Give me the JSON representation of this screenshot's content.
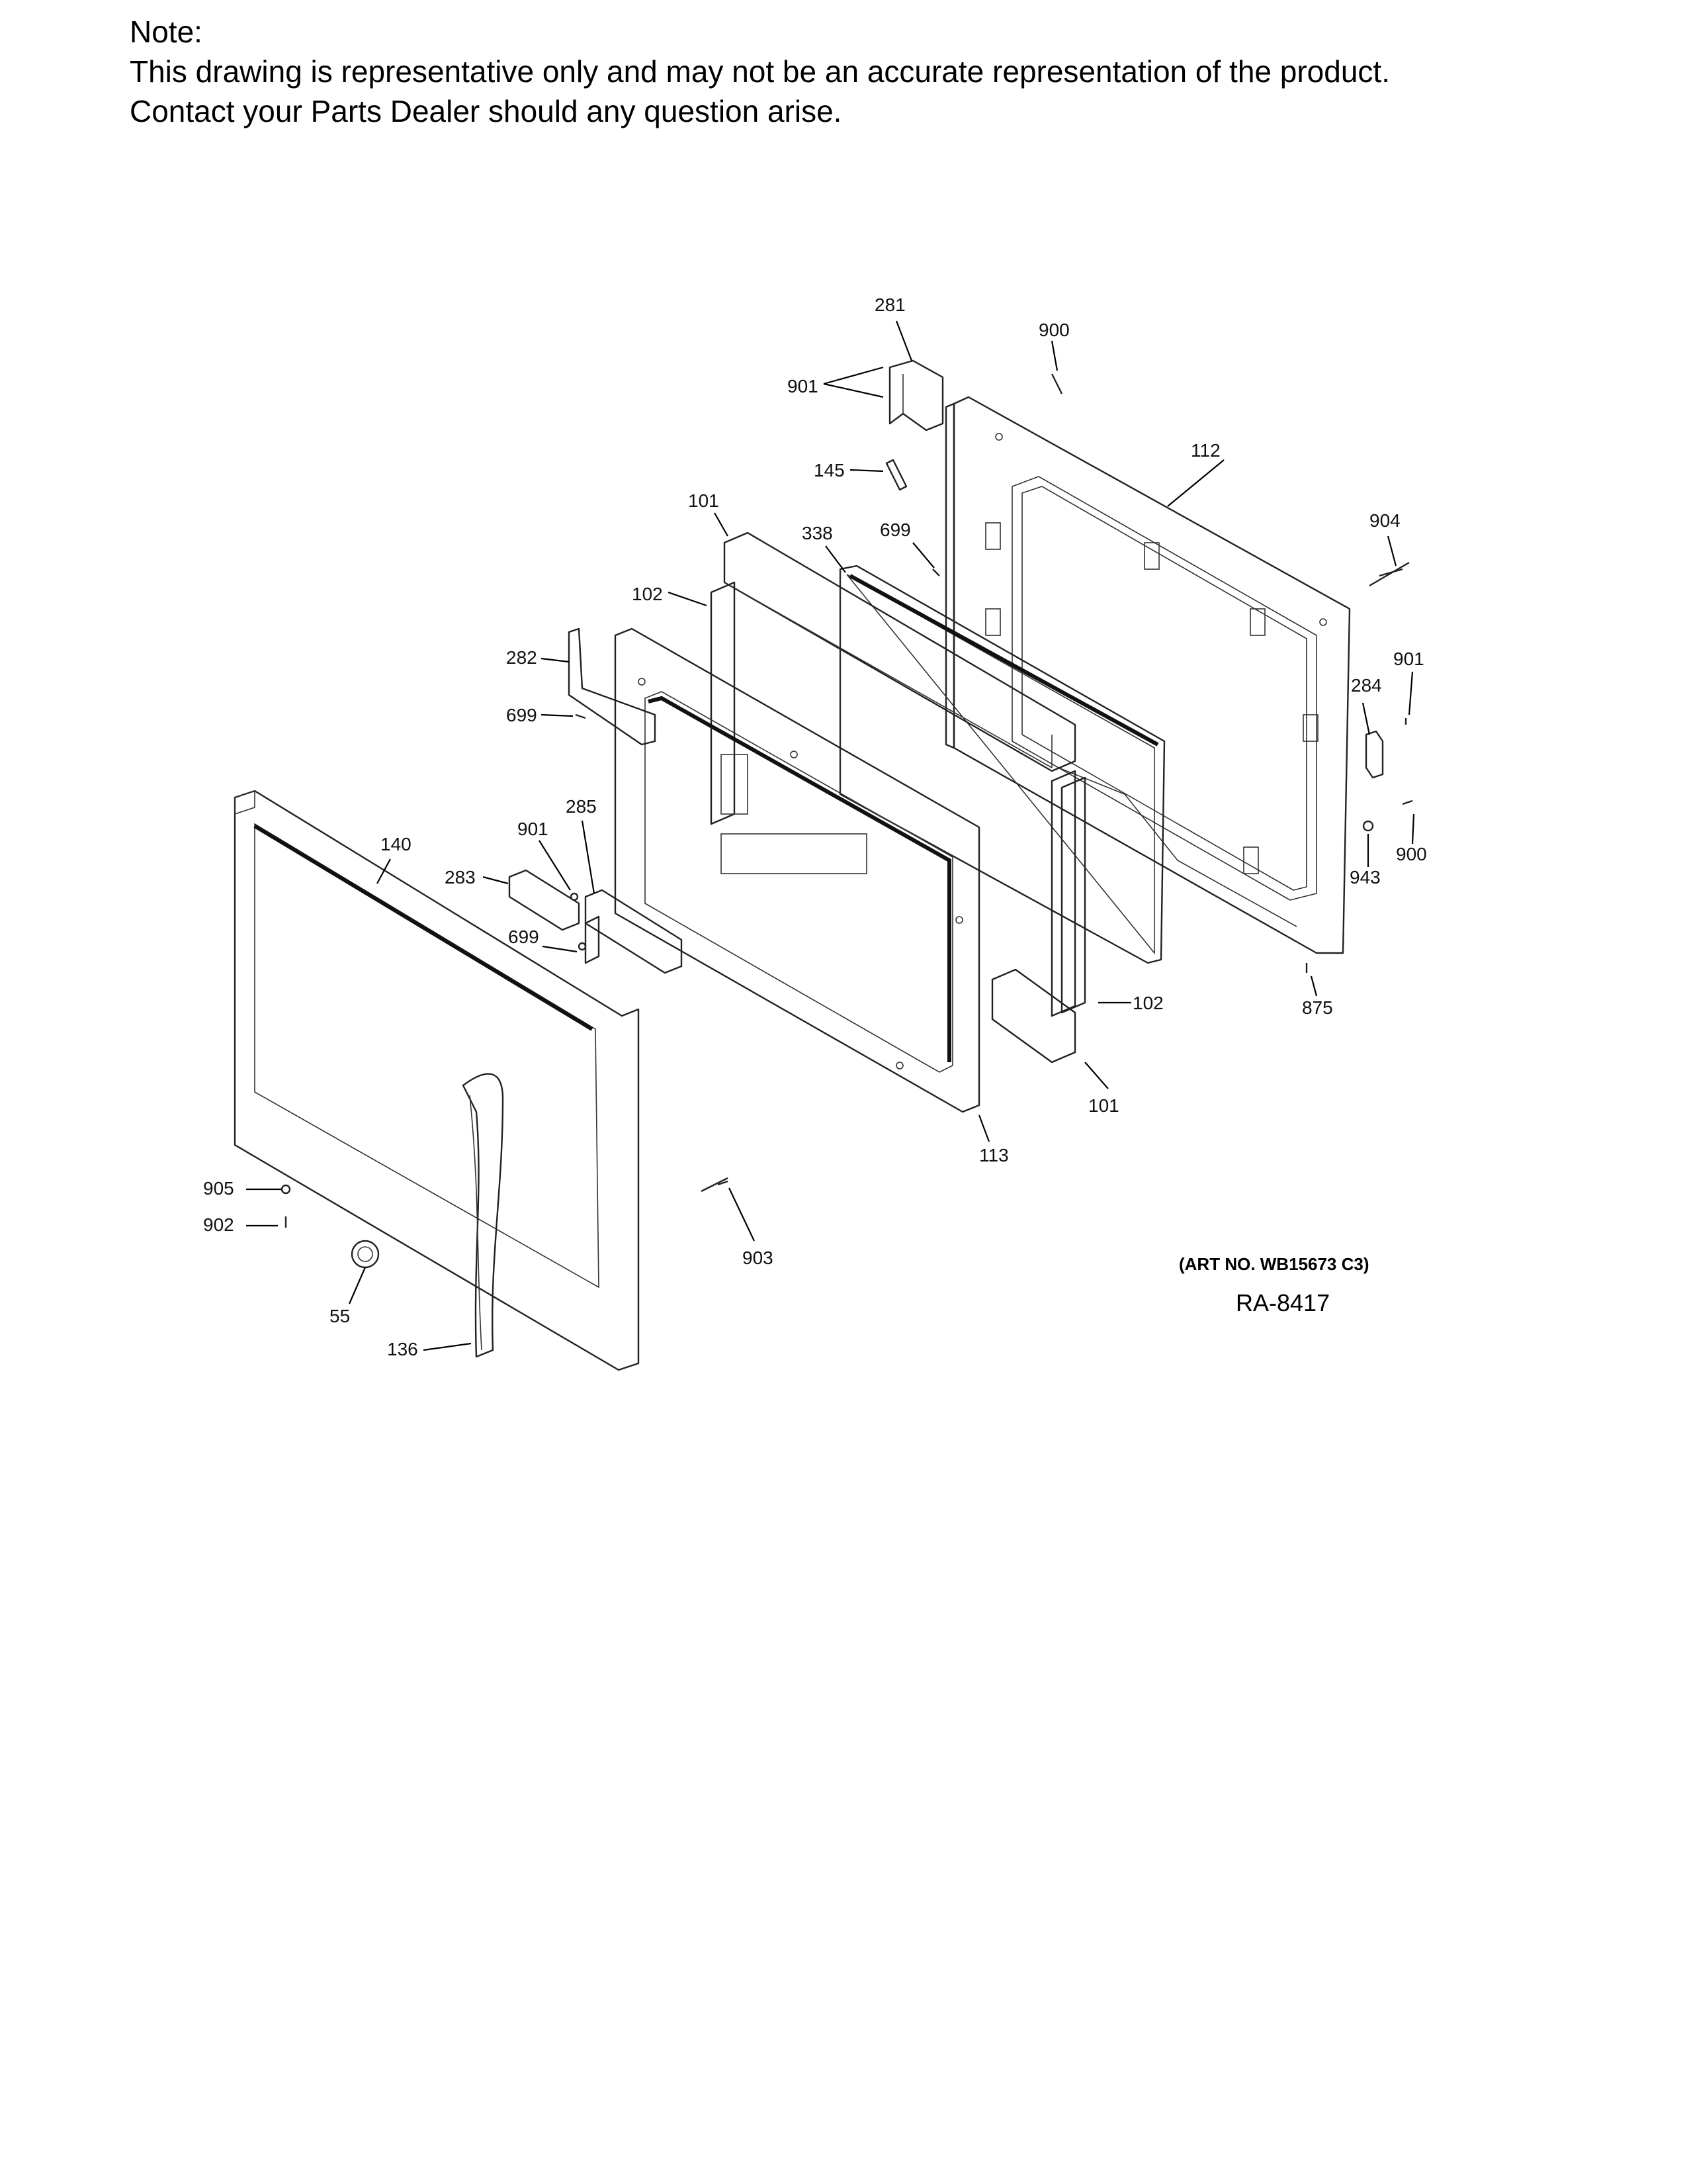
{
  "note": {
    "heading": "Note:",
    "line1": "This drawing is representative only and may not be an accurate representation of the product.",
    "line2": "Contact your Parts Dealer should any question arise."
  },
  "art_number": "(ART NO. WB15673 C3)",
  "ra_number": "RA-8417",
  "callouts": [
    {
      "id": "c281",
      "label": "281"
    },
    {
      "id": "c900a",
      "label": "900"
    },
    {
      "id": "c901a",
      "label": "901"
    },
    {
      "id": "c112",
      "label": "112"
    },
    {
      "id": "c145",
      "label": "145"
    },
    {
      "id": "c101a",
      "label": "101"
    },
    {
      "id": "c338",
      "label": "338"
    },
    {
      "id": "c699a",
      "label": "699"
    },
    {
      "id": "c904",
      "label": "904"
    },
    {
      "id": "c102a",
      "label": "102"
    },
    {
      "id": "c282",
      "label": "282"
    },
    {
      "id": "c901b",
      "label": "901"
    },
    {
      "id": "c284",
      "label": "284"
    },
    {
      "id": "c699b",
      "label": "699"
    },
    {
      "id": "c285",
      "label": "285"
    },
    {
      "id": "c901c",
      "label": "901"
    },
    {
      "id": "c140",
      "label": "140"
    },
    {
      "id": "c283",
      "label": "283"
    },
    {
      "id": "c900b",
      "label": "900"
    },
    {
      "id": "c943",
      "label": "943"
    },
    {
      "id": "c699c",
      "label": "699"
    },
    {
      "id": "c102b",
      "label": "102"
    },
    {
      "id": "c875",
      "label": "875"
    },
    {
      "id": "c101b",
      "label": "101"
    },
    {
      "id": "c113",
      "label": "113"
    },
    {
      "id": "c905",
      "label": "905"
    },
    {
      "id": "c902",
      "label": "902"
    },
    {
      "id": "c903",
      "label": "903"
    },
    {
      "id": "c55",
      "label": "55"
    },
    {
      "id": "c136",
      "label": "136"
    }
  ]
}
